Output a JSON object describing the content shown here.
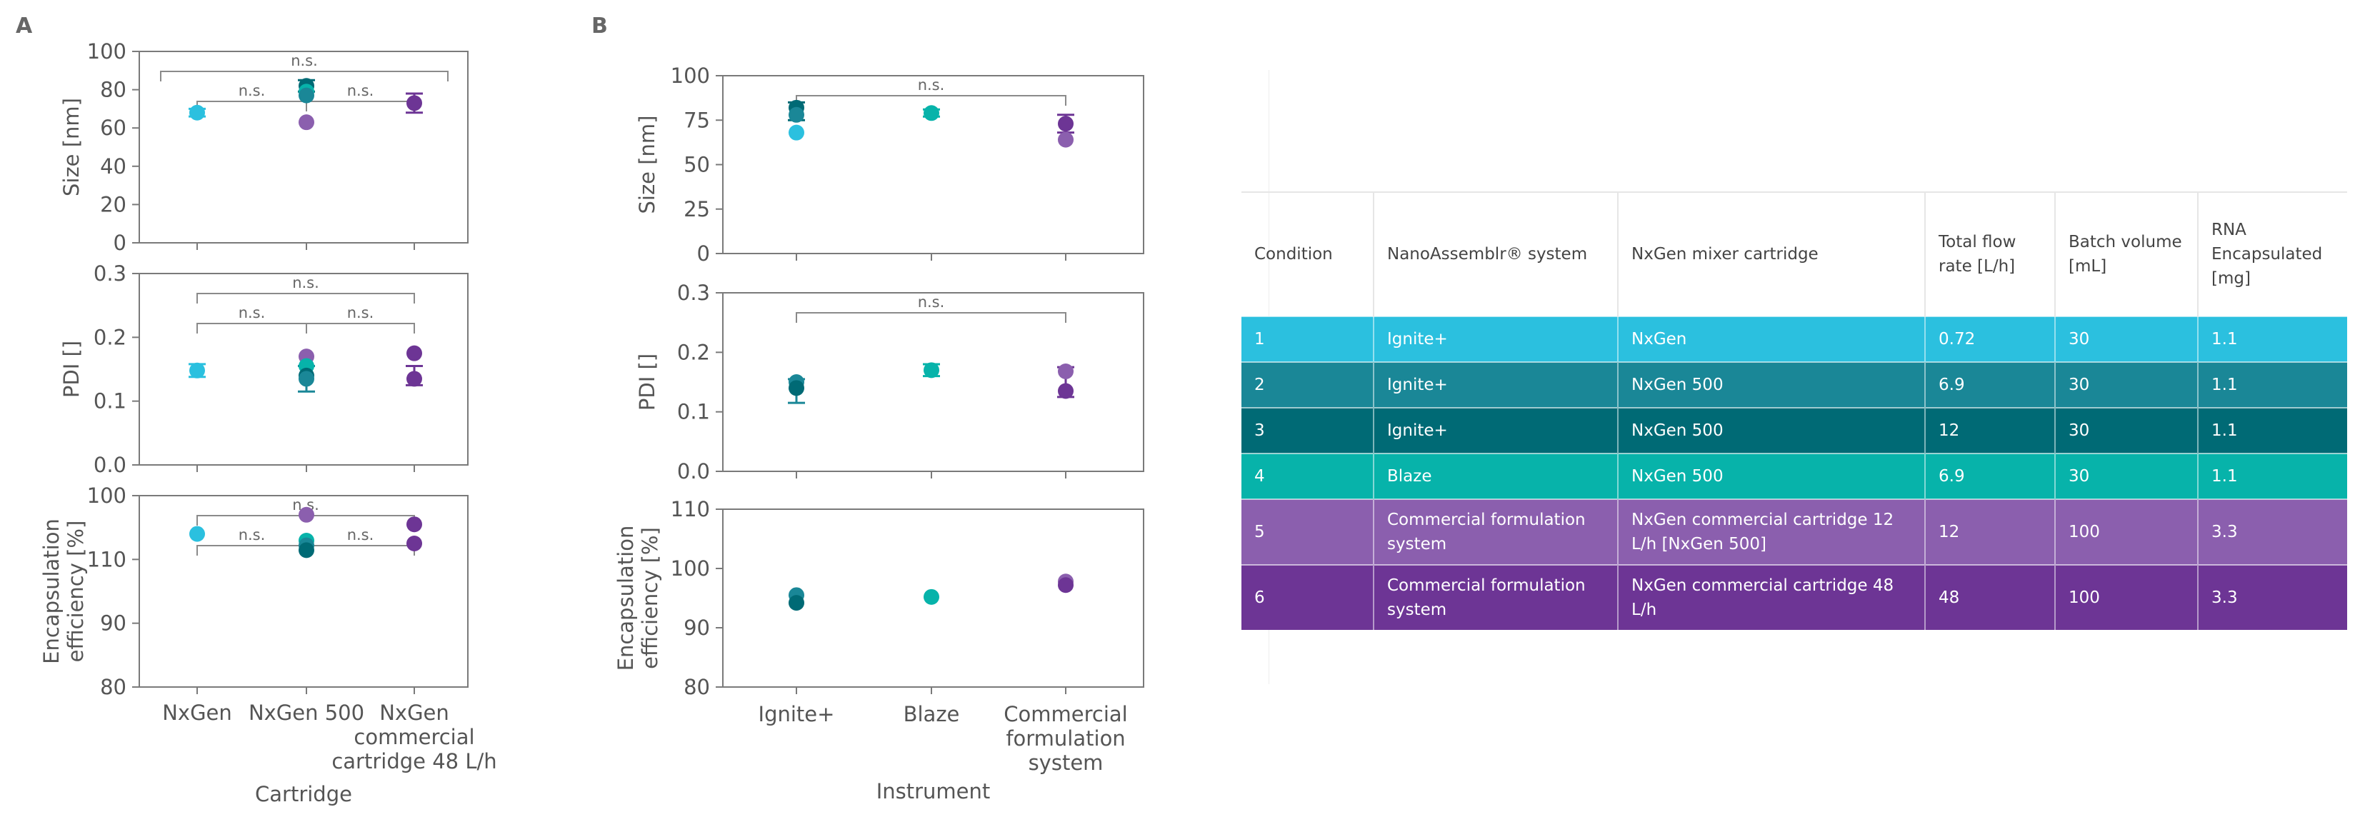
{
  "panels": {
    "A": "A",
    "B": "B"
  },
  "colors": {
    "cyan": "#2bc0df",
    "teal": "#1a8797",
    "dark_teal": "#006a75",
    "aqua": "#07b3aa",
    "light_purple": "#8b5fae",
    "dark_purple": "#6d3595",
    "axis": "#7a7a7a"
  },
  "chart_data": [
    {
      "id": "A-size",
      "panel": "A",
      "type": "scatter",
      "ylabel": "Size [nm]",
      "ylim": [
        0,
        100
      ],
      "yticks": [
        0,
        20,
        40,
        60,
        80,
        100
      ],
      "categories": [
        "NxGen",
        "NxGen 500",
        "NxGen\ncommercial\ncartridge 48 L/h"
      ],
      "points": [
        {
          "cat": 0,
          "y": 68,
          "color": "cyan"
        },
        {
          "cat": 1,
          "y": 82,
          "color": "dark_teal"
        },
        {
          "cat": 1,
          "y": 79,
          "color": "aqua"
        },
        {
          "cat": 1,
          "y": 77,
          "color": "teal"
        },
        {
          "cat": 1,
          "y": 63,
          "color": "light_purple"
        },
        {
          "cat": 2,
          "y": 73,
          "color": "dark_purple"
        }
      ],
      "errorbars": [
        {
          "cat": 0,
          "low": 66,
          "high": 70,
          "color": "cyan"
        },
        {
          "cat": 1,
          "low": 79,
          "high": 85,
          "color": "dark_teal"
        },
        {
          "cat": 2,
          "low": 68,
          "high": 78,
          "color": "dark_purple"
        }
      ],
      "brackets": [
        {
          "from": -0.5,
          "to": 2.5,
          "level": 0,
          "label": "n.s."
        },
        {
          "from": 0,
          "to": 1,
          "level": 1,
          "label": "n.s."
        },
        {
          "from": 1,
          "to": 2,
          "level": 1,
          "label": "n.s."
        }
      ]
    },
    {
      "id": "A-pdi",
      "panel": "A",
      "type": "scatter",
      "ylabel": "PDI []",
      "ylim": [
        0,
        0.3
      ],
      "yticks": [
        0.0,
        0.1,
        0.2,
        0.3
      ],
      "categories": [
        "NxGen",
        "NxGen 500",
        "NxGen\ncommercial\ncartridge 48 L/h"
      ],
      "points": [
        {
          "cat": 0,
          "y": 0.148,
          "color": "cyan"
        },
        {
          "cat": 1,
          "y": 0.17,
          "color": "light_purple"
        },
        {
          "cat": 1,
          "y": 0.155,
          "color": "aqua"
        },
        {
          "cat": 1,
          "y": 0.14,
          "color": "dark_teal"
        },
        {
          "cat": 1,
          "y": 0.135,
          "color": "teal"
        },
        {
          "cat": 2,
          "y": 0.175,
          "color": "dark_purple"
        },
        {
          "cat": 2,
          "y": 0.135,
          "color": "dark_purple"
        }
      ],
      "errorbars": [
        {
          "cat": 0,
          "low": 0.138,
          "high": 0.158,
          "color": "cyan"
        },
        {
          "cat": 1,
          "low": 0.115,
          "high": 0.155,
          "color": "teal"
        },
        {
          "cat": 2,
          "low": 0.125,
          "high": 0.155,
          "color": "dark_purple"
        }
      ],
      "brackets": [
        {
          "from": 0,
          "to": 2,
          "level": 0,
          "label": "n.s."
        },
        {
          "from": 0,
          "to": 1,
          "level": 1,
          "label": "n.s."
        },
        {
          "from": 1,
          "to": 2,
          "level": 1,
          "label": "n.s."
        }
      ]
    },
    {
      "id": "A-ee",
      "panel": "A",
      "type": "scatter",
      "ylabel": "Encapsulation\nefficiency [%]",
      "ylim": [
        80,
        100
      ],
      "yticks": [
        80,
        90,
        110,
        100
      ],
      "ytick_labels": [
        "80",
        "90",
        "110",
        "100"
      ],
      "xlabel": "Cartridge",
      "categories": [
        "NxGen",
        "NxGen 500",
        "NxGen\ncommercial\ncartridge 48 L/h"
      ],
      "points": [
        {
          "cat": 0,
          "y": 96,
          "color": "cyan"
        },
        {
          "cat": 1,
          "y": 98,
          "color": "light_purple"
        },
        {
          "cat": 1,
          "y": 95.3,
          "color": "aqua"
        },
        {
          "cat": 1,
          "y": 94.8,
          "color": "teal"
        },
        {
          "cat": 1,
          "y": 94.3,
          "color": "dark_teal"
        },
        {
          "cat": 2,
          "y": 97,
          "color": "dark_purple"
        },
        {
          "cat": 2,
          "y": 95,
          "color": "dark_purple"
        }
      ],
      "errorbars": [],
      "brackets": [
        {
          "from": 0,
          "to": 2,
          "level": 0,
          "label": "n.s."
        },
        {
          "from": 0,
          "to": 1,
          "level": 1,
          "label": "n.s."
        },
        {
          "from": 1,
          "to": 2,
          "level": 1,
          "label": "n.s."
        }
      ]
    },
    {
      "id": "B-size",
      "panel": "B",
      "type": "scatter",
      "ylabel": "Size [nm]",
      "ylim": [
        0,
        100
      ],
      "yticks": [
        0,
        25,
        50,
        75,
        100
      ],
      "categories": [
        "Ignite+",
        "Blaze",
        "Commercial\nformulation\nsystem"
      ],
      "points": [
        {
          "cat": 0,
          "y": 82,
          "color": "dark_teal"
        },
        {
          "cat": 0,
          "y": 78,
          "color": "teal"
        },
        {
          "cat": 0,
          "y": 68,
          "color": "cyan"
        },
        {
          "cat": 1,
          "y": 79,
          "color": "aqua"
        },
        {
          "cat": 2,
          "y": 73,
          "color": "dark_purple"
        },
        {
          "cat": 2,
          "y": 64,
          "color": "light_purple"
        }
      ],
      "errorbars": [
        {
          "cat": 0,
          "low": 75,
          "high": 85,
          "color": "dark_teal"
        },
        {
          "cat": 1,
          "low": 77,
          "high": 81,
          "color": "aqua"
        },
        {
          "cat": 2,
          "low": 68,
          "high": 78,
          "color": "dark_purple"
        }
      ],
      "brackets": [
        {
          "from": 0,
          "to": 2,
          "level": 0,
          "label": "n.s."
        }
      ]
    },
    {
      "id": "B-pdi",
      "panel": "B",
      "type": "scatter",
      "ylabel": "PDI []",
      "ylim": [
        0,
        0.3
      ],
      "yticks": [
        0.0,
        0.1,
        0.2,
        0.3
      ],
      "categories": [
        "Ignite+",
        "Blaze",
        "Commercial\nformulation\nsystem"
      ],
      "points": [
        {
          "cat": 0,
          "y": 0.15,
          "color": "teal"
        },
        {
          "cat": 0,
          "y": 0.14,
          "color": "dark_teal"
        },
        {
          "cat": 1,
          "y": 0.17,
          "color": "aqua"
        },
        {
          "cat": 2,
          "y": 0.168,
          "color": "light_purple"
        },
        {
          "cat": 2,
          "y": 0.135,
          "color": "dark_purple"
        }
      ],
      "errorbars": [
        {
          "cat": 0,
          "low": 0.115,
          "high": 0.155,
          "color": "teal"
        },
        {
          "cat": 1,
          "low": 0.16,
          "high": 0.18,
          "color": "aqua"
        },
        {
          "cat": 2,
          "low": 0.125,
          "high": 0.175,
          "color": "dark_purple"
        }
      ],
      "brackets": [
        {
          "from": 0,
          "to": 2,
          "level": 0,
          "label": "n.s."
        }
      ]
    },
    {
      "id": "B-ee",
      "panel": "B",
      "type": "scatter",
      "ylabel": "Encapsulation\nefficiency [%]",
      "ylim": [
        80,
        110
      ],
      "yticks": [
        80,
        90,
        100,
        110
      ],
      "xlabel": "Instrument",
      "categories": [
        "Ignite+",
        "Blaze",
        "Commercial\nformulation\nsystem"
      ],
      "points": [
        {
          "cat": 0,
          "y": 95.5,
          "color": "teal"
        },
        {
          "cat": 0,
          "y": 94.2,
          "color": "dark_teal"
        },
        {
          "cat": 1,
          "y": 95.2,
          "color": "aqua"
        },
        {
          "cat": 2,
          "y": 97.8,
          "color": "light_purple"
        },
        {
          "cat": 2,
          "y": 97.2,
          "color": "dark_purple"
        }
      ],
      "errorbars": [],
      "brackets": []
    }
  ],
  "table": {
    "headers": [
      "Condition",
      "NanoAssemblr® system",
      "NxGen mixer cartridge",
      "Total flow\nrate [L/h]",
      "Batch volume\n[mL]",
      "RNA\nEncapsulated\n[mg]"
    ],
    "rows": [
      {
        "cells": [
          "1",
          "Ignite+",
          "NxGen",
          "0.72",
          "30",
          "1.1"
        ],
        "color": "#2bc0df"
      },
      {
        "cells": [
          "2",
          "Ignite+",
          "NxGen 500",
          "6.9",
          "30",
          "1.1"
        ],
        "color": "#1a8797"
      },
      {
        "cells": [
          "3",
          "Ignite+",
          "NxGen 500",
          "12",
          "30",
          "1.1"
        ],
        "color": "#006a75"
      },
      {
        "cells": [
          "4",
          "Blaze",
          "NxGen 500",
          "6.9",
          "30",
          "1.1"
        ],
        "color": "#07b3aa"
      },
      {
        "cells": [
          "5",
          "Commercial formulation system",
          "NxGen commercial cartridge 12 L/h [NxGen 500]",
          "12",
          "100",
          "3.3"
        ],
        "color": "#8b5fae"
      },
      {
        "cells": [
          "6",
          "Commercial formulation system",
          "NxGen commercial cartridge 48 L/h",
          "48",
          "100",
          "3.3"
        ],
        "color": "#6d3595"
      }
    ]
  }
}
